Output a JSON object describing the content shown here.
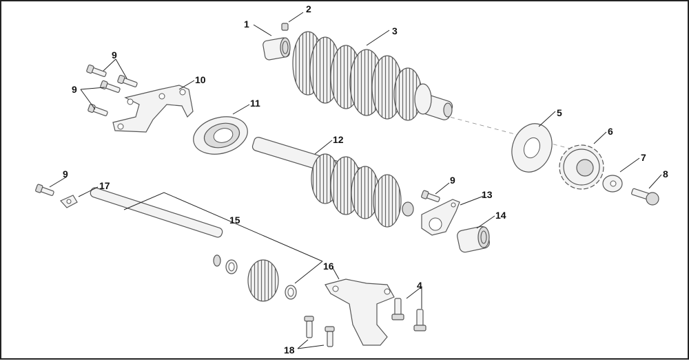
{
  "callouts": [
    {
      "id": "c1",
      "label": "1"
    },
    {
      "id": "c2",
      "label": "2"
    },
    {
      "id": "c3",
      "label": "3"
    },
    {
      "id": "c4",
      "label": "4"
    },
    {
      "id": "c5",
      "label": "5"
    },
    {
      "id": "c6",
      "label": "6"
    },
    {
      "id": "c7",
      "label": "7"
    },
    {
      "id": "c8",
      "label": "8"
    },
    {
      "id": "c9a",
      "label": "9"
    },
    {
      "id": "c9b",
      "label": "9"
    },
    {
      "id": "c9c",
      "label": "9"
    },
    {
      "id": "c9d",
      "label": "9"
    },
    {
      "id": "c10",
      "label": "10"
    },
    {
      "id": "c11",
      "label": "11"
    },
    {
      "id": "c12",
      "label": "12"
    },
    {
      "id": "c13",
      "label": "13"
    },
    {
      "id": "c14",
      "label": "14"
    },
    {
      "id": "c15",
      "label": "15"
    },
    {
      "id": "c16",
      "label": "16"
    },
    {
      "id": "c17",
      "label": "17"
    },
    {
      "id": "c18",
      "label": "18"
    }
  ]
}
